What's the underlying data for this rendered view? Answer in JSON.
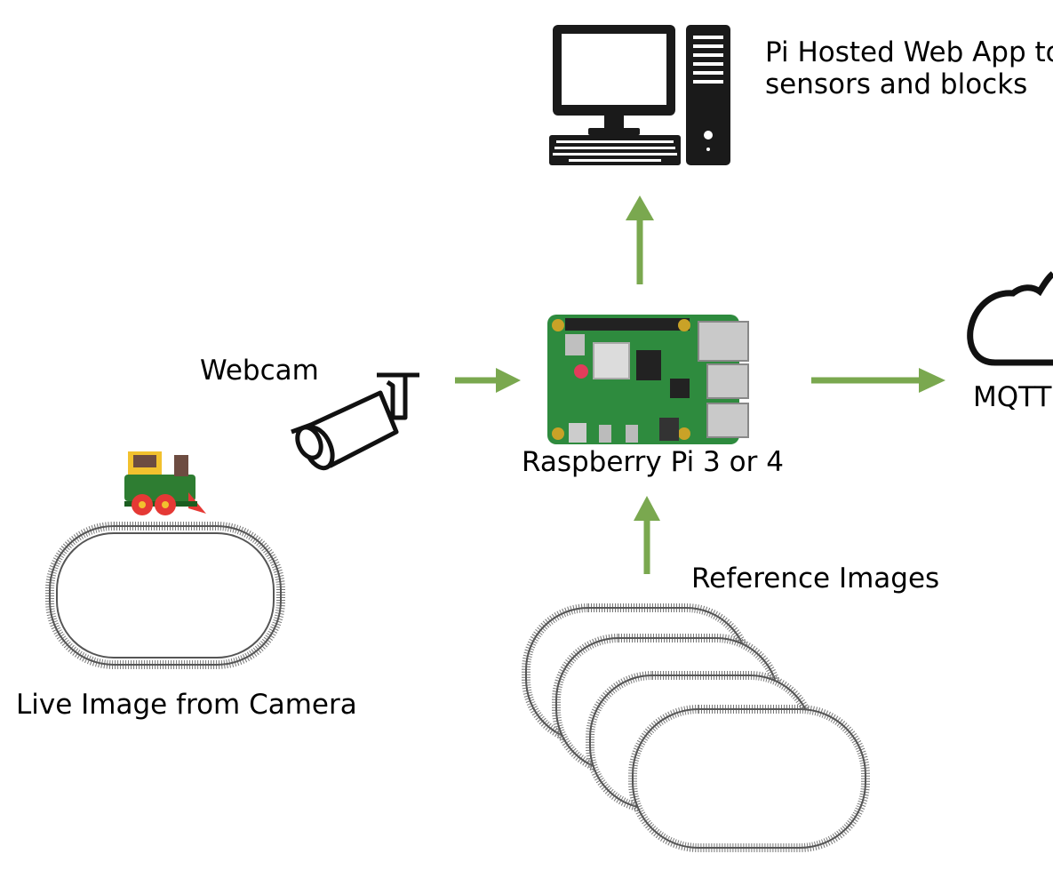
{
  "labels": {
    "web_app_line1": "Pi Hosted Web App to",
    "web_app_line2": "sensors and blocks",
    "webcam": "Webcam",
    "raspberry_pi": "Raspberry Pi 3 or 4",
    "mqtt": "MQTT",
    "reference_images": "Reference Images",
    "live_image": "Live Image from Camera"
  },
  "colors": {
    "arrow": "#7aa84f",
    "pcb": "#2e8b3e",
    "track": "#6b6b6b",
    "icon": "#1a1a1a",
    "train_green": "#2e7d32",
    "train_red": "#e53935",
    "train_yellow": "#f2c12e"
  },
  "icons": [
    "desktop-computer-icon",
    "webcam-icon",
    "raspberry-pi-board-icon",
    "cloud-icon",
    "toy-train-icon",
    "oval-track-icon"
  ]
}
